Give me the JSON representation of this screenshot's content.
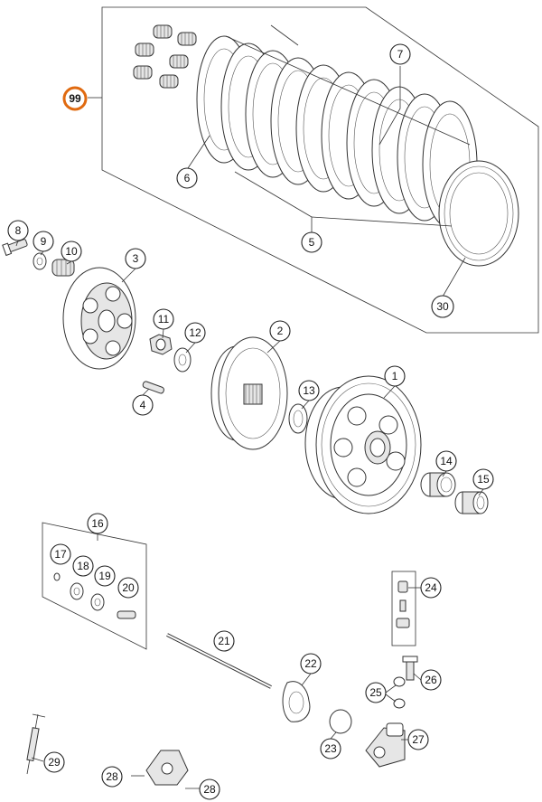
{
  "accent_color": "#e06a10",
  "callouts": {
    "c99": "99",
    "c6": "6",
    "c7": "7",
    "c5": "5",
    "c30": "30",
    "c8": "8",
    "c9": "9",
    "c10": "10",
    "c3": "3",
    "c11": "11",
    "c12": "12",
    "c2": "2",
    "c4": "4",
    "c13": "13",
    "c1": "1",
    "c14": "14",
    "c15": "15",
    "c16": "16",
    "c17": "17",
    "c18": "18",
    "c19": "19",
    "c20": "20",
    "c21": "21",
    "c22": "22",
    "c23": "23",
    "c24": "24",
    "c25": "25",
    "c26": "26",
    "c27": "27",
    "c28a": "28",
    "c28b": "28",
    "c29": "29"
  }
}
